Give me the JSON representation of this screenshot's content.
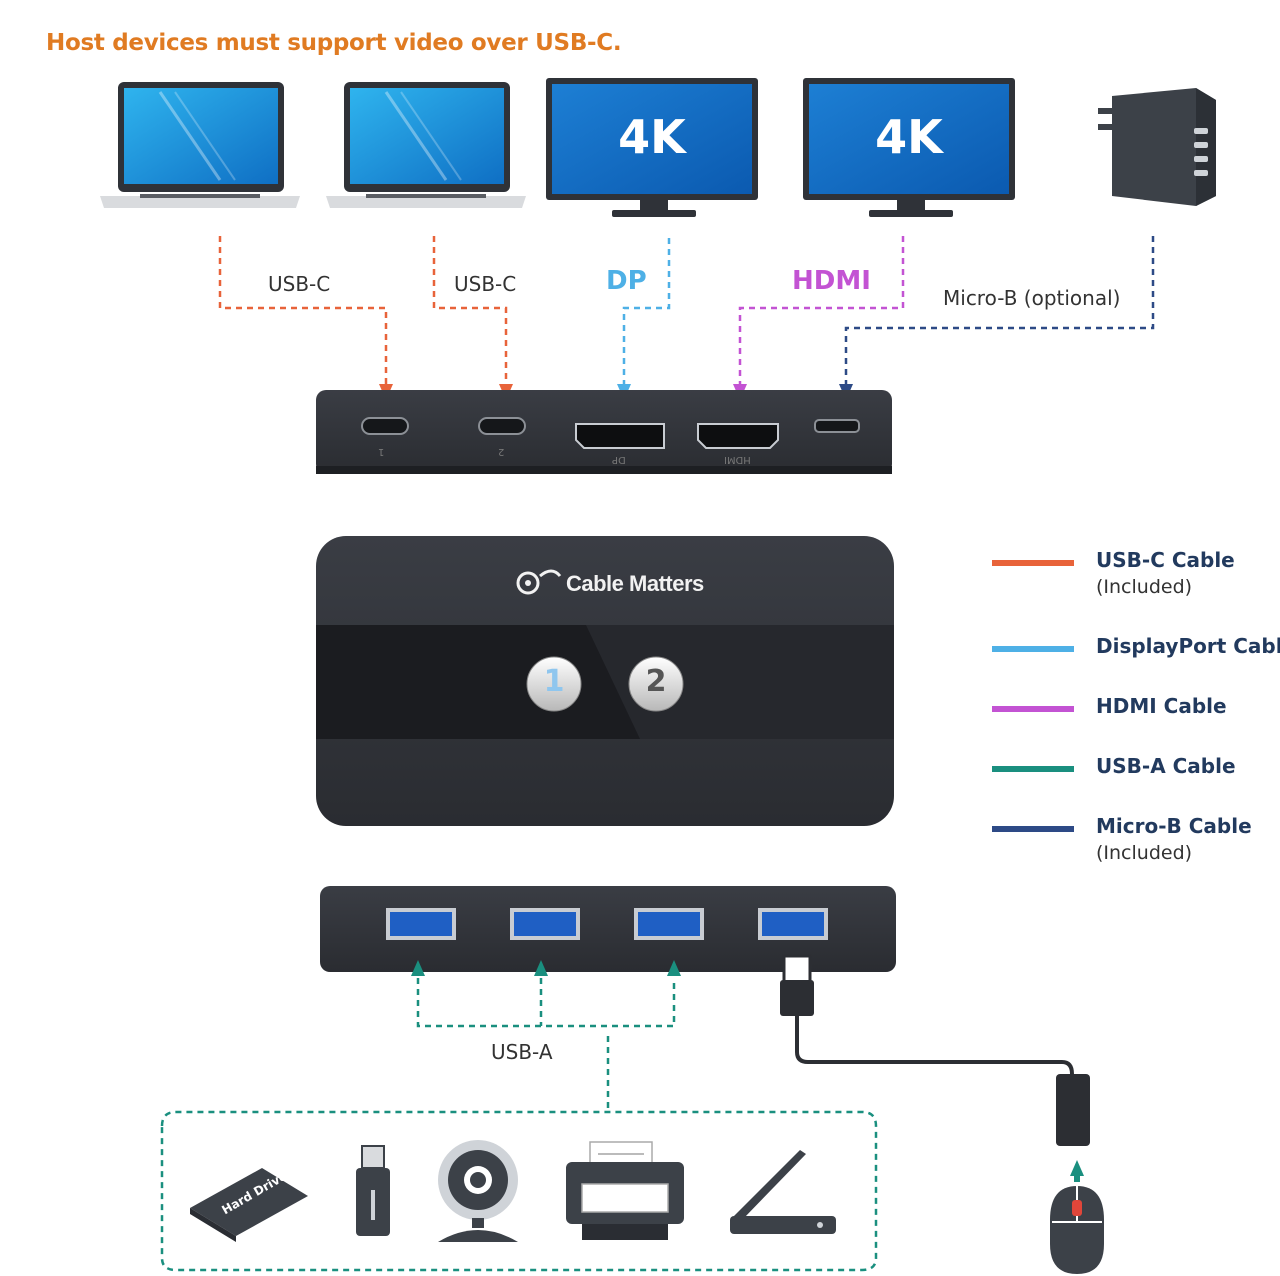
{
  "headline": "Host devices must support video over USB-C.",
  "devices": {
    "monitor1_text": "4K",
    "monitor2_text": "4K"
  },
  "connections": {
    "usbc_1": "USB-C",
    "usbc_2": "USB-C",
    "dp": "DP",
    "hdmi": "HDMI",
    "microb": "Micro-B (optional)",
    "usba": "USB-A"
  },
  "switch": {
    "brand": "Cable Matters",
    "button1": "1",
    "button2": "2",
    "port_labels": [
      "1",
      "2",
      "DP",
      "HDMI"
    ]
  },
  "peripherals": {
    "hard_drive_label": "Hard Drive"
  },
  "legend": [
    {
      "label": "USB-C Cable",
      "sub": "(Included)",
      "color": "#e8633a"
    },
    {
      "label": "DisplayPort Cable",
      "sub": "",
      "color": "#4eb0e6"
    },
    {
      "label": "HDMI Cable",
      "sub": "",
      "color": "#c353d3"
    },
    {
      "label": "USB-A Cable",
      "sub": "",
      "color": "#1a8f7f"
    },
    {
      "label": "Micro-B Cable",
      "sub": "(Included)",
      "color": "#2d4a86"
    }
  ],
  "colors": {
    "headline": "#e07b22",
    "usbc": "#e8633a",
    "dp": "#4eb0e6",
    "hdmi": "#c353d3",
    "usba": "#1a8f7f",
    "microb": "#2d4a86"
  }
}
